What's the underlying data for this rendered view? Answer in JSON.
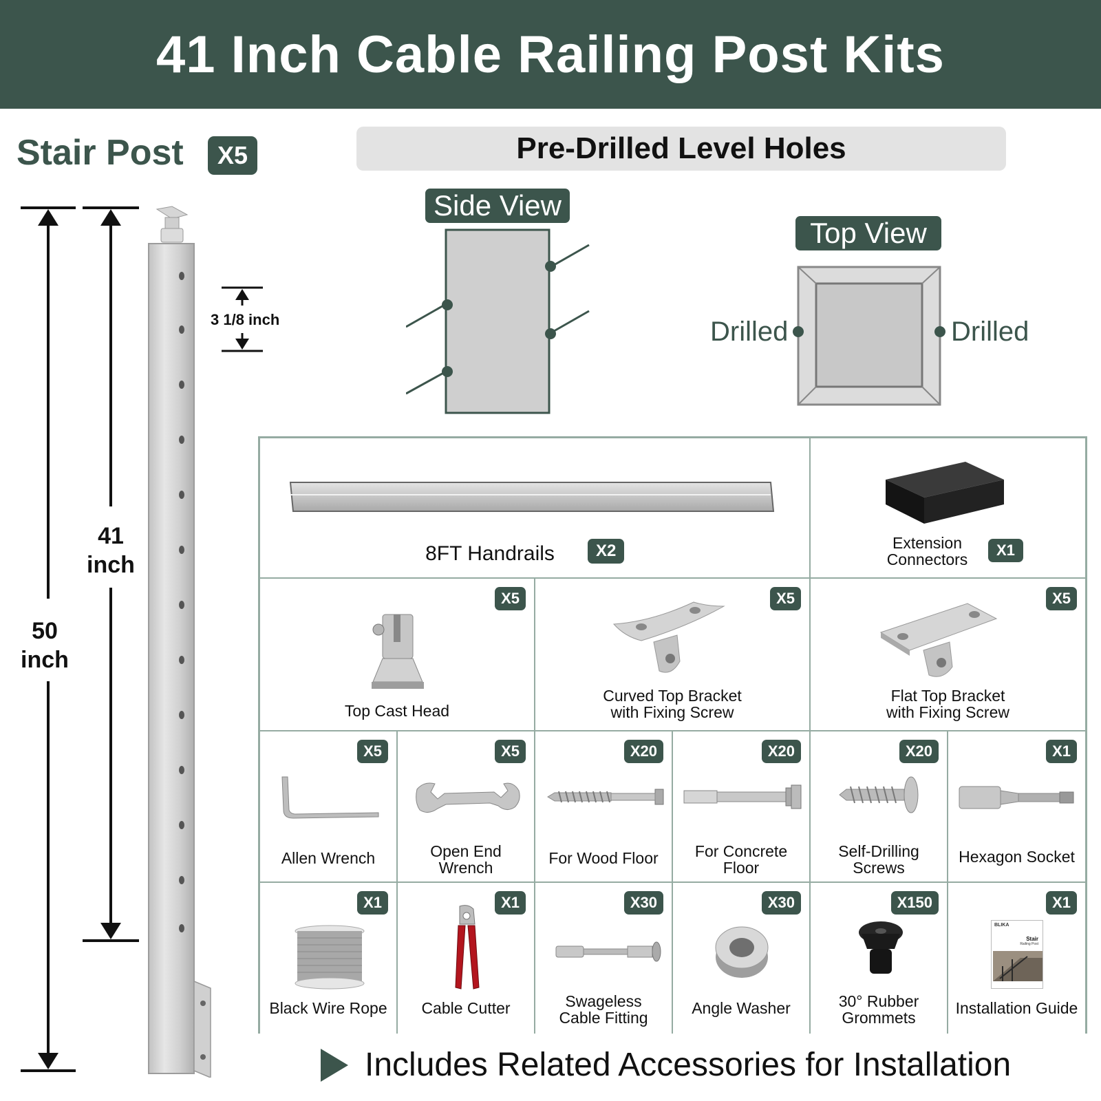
{
  "banner": {
    "title": "41 Inch Cable Railing Post Kits"
  },
  "stair_post": {
    "title": "Stair Post",
    "quantity": "X5"
  },
  "dimensions": {
    "overall_value": "50",
    "overall_unit": "inch",
    "rail_value": "41",
    "rail_unit": "inch",
    "hole_spacing": "3 1/8 inch"
  },
  "predrilled": {
    "title": "Pre-Drilled Level Holes",
    "side_view_label": "Side View",
    "top_view_label": "Top View",
    "left_hole_label": "Drilled",
    "right_hole_label": "Drilled"
  },
  "accessories": {
    "handrails": {
      "label": "8FT Handrails",
      "qty": "X2"
    },
    "extension": {
      "label_line1": "Extension",
      "label_line2": "Connectors",
      "qty": "X1"
    },
    "top_cast_head": {
      "label": "Top Cast Head",
      "qty": "X5"
    },
    "curved_bracket": {
      "label_line1": "Curved Top Bracket",
      "label_line2": "with Fixing Screw",
      "qty": "X5"
    },
    "flat_bracket": {
      "label_line1": "Flat Top Bracket",
      "label_line2": "with Fixing Screw",
      "qty": "X5"
    },
    "allen_wrench": {
      "label": "Allen Wrench",
      "qty": "X5"
    },
    "open_end_wrench": {
      "label_line1": "Open End",
      "label_line2": "Wrench",
      "qty": "X5"
    },
    "wood_floor": {
      "label": "For Wood Floor",
      "qty": "X20"
    },
    "concrete_floor": {
      "label_line1": "For Concrete",
      "label_line2": "Floor",
      "qty": "X20"
    },
    "self_drilling": {
      "label_line1": "Self-Drilling",
      "label_line2": "Screws",
      "qty": "X20"
    },
    "hex_socket": {
      "label": "Hexagon Socket",
      "qty": "X1"
    },
    "wire_rope": {
      "label": "Black Wire Rope",
      "qty": "X1"
    },
    "cable_cutter": {
      "label": "Cable Cutter",
      "qty": "X1"
    },
    "swageless": {
      "label_line1": "Swageless",
      "label_line2": "Cable Fitting",
      "qty": "X30"
    },
    "angle_washer": {
      "label": "Angle Washer",
      "qty": "X30"
    },
    "grommets": {
      "label_line1": "30° Rubber",
      "label_line2": "Grommets",
      "qty": "X150"
    },
    "install_guide": {
      "label": "Installation Guide",
      "qty": "X1",
      "cover_brand": "BLIKA",
      "cover_title_1": "Stair",
      "cover_title_2": "Railing Post"
    }
  },
  "footer": {
    "text": "Includes Related Accessories for Installation"
  },
  "colors": {
    "brand_green": "#3c554c",
    "grid_border": "#95aba2",
    "panel_gray": "#e3e3e3",
    "steel": "#c8c8c8"
  }
}
